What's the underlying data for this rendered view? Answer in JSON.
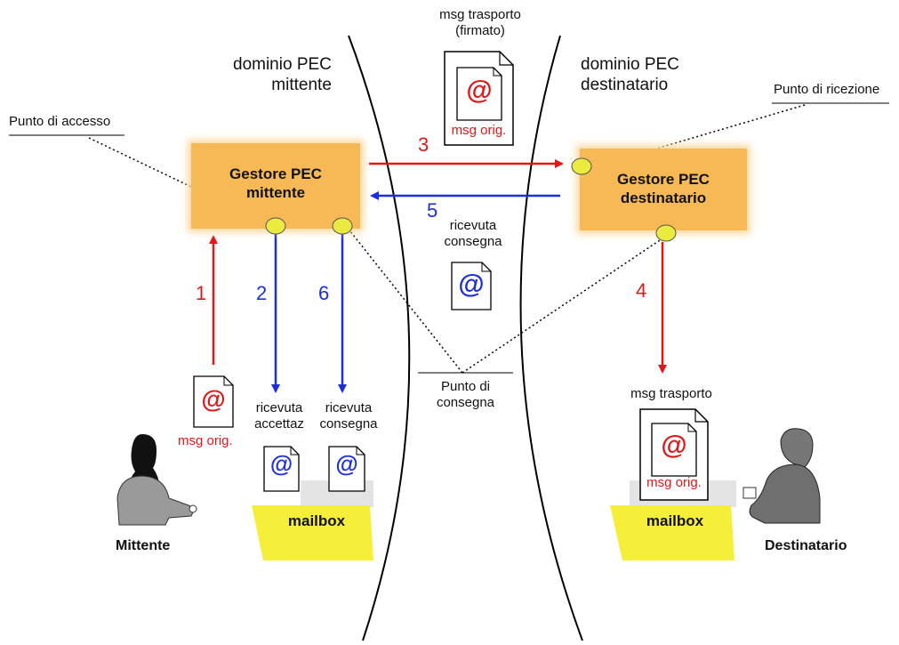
{
  "domains": {
    "sender": [
      "dominio PEC",
      "mittente"
    ],
    "recipient": [
      "dominio PEC",
      "destinatario"
    ]
  },
  "points": {
    "access": "Punto di accesso",
    "reception": "Punto di ricezione",
    "delivery": [
      "Punto di",
      "consegna"
    ]
  },
  "managers": {
    "sender": [
      "Gestore PEC",
      "mittente"
    ],
    "recipient": [
      "Gestore PEC",
      "destinatario"
    ]
  },
  "transport_msg_signed": [
    "msg trasporto",
    "(firmato)"
  ],
  "transport_msg": "msg trasporto",
  "orig_msg": "msg orig.",
  "receipts": {
    "acceptance": [
      "ricevuta",
      "accettaz"
    ],
    "delivery": [
      "ricevuta",
      "consegna"
    ]
  },
  "steps": [
    "1",
    "2",
    "3",
    "4",
    "5",
    "6"
  ],
  "mailbox": "mailbox",
  "actors": {
    "sender": "Mittente",
    "recipient": "Destinatario"
  },
  "at_symbol": "@",
  "colors": {
    "red": "#e01818",
    "blue": "#1a2fe0",
    "box": "#f7b955",
    "mailbox": "#f5ef3a",
    "node": "#eaea40"
  }
}
